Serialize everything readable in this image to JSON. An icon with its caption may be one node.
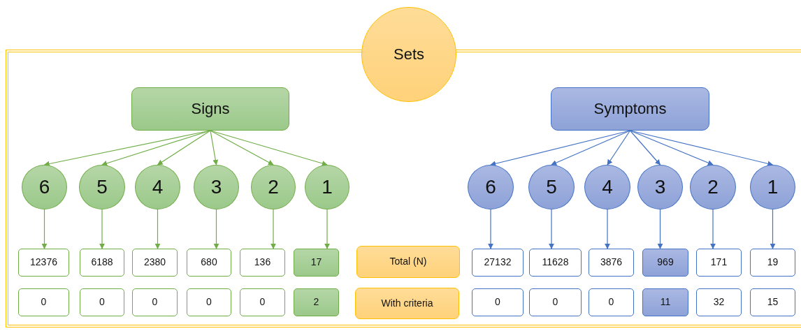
{
  "diagram": {
    "nodes": [
      {
        "text": [
          "Sets"
        ]
      },
      {
        "text": [
          "Signs"
        ]
      },
      {
        "text": [
          "6"
        ]
      },
      {
        "text": [
          "5"
        ]
      },
      {
        "text": [
          "4"
        ]
      },
      {
        "text": [
          "3"
        ]
      },
      {
        "text": [
          "2"
        ]
      },
      {
        "text": [
          "1"
        ]
      },
      {
        "text": [
          "Symptoms"
        ]
      },
      {
        "text": [
          "6"
        ]
      },
      {
        "text": [
          "5"
        ]
      },
      {
        "text": [
          "4"
        ]
      },
      {
        "text": [
          "3"
        ]
      },
      {
        "text": [
          "2"
        ]
      },
      {
        "text": [
          "1"
        ]
      },
      {
        "text": [
          "12376"
        ]
      },
      {
        "text": [
          "6188"
        ]
      },
      {
        "text": [
          "2380"
        ]
      },
      {
        "text": [
          "680"
        ]
      },
      {
        "text": [
          "136"
        ]
      },
      {
        "text": [
          "17"
        ]
      },
      {
        "text": [
          "Total (N)"
        ]
      },
      {
        "text": [
          "27132"
        ]
      },
      {
        "text": [
          "11628"
        ]
      },
      {
        "text": [
          "3876"
        ]
      },
      {
        "text": [
          "969"
        ]
      },
      {
        "text": [
          "171"
        ]
      },
      {
        "text": [
          "19"
        ]
      },
      {
        "text": [
          "0"
        ]
      },
      {
        "text": [
          "0"
        ]
      },
      {
        "text": [
          "0"
        ]
      },
      {
        "text": [
          "0"
        ]
      },
      {
        "text": [
          "0"
        ]
      },
      {
        "text": [
          "2"
        ]
      },
      {
        "text": [
          "With criteria"
        ]
      },
      {
        "text": [
          "0"
        ]
      },
      {
        "text": [
          "0"
        ]
      },
      {
        "text": [
          "0"
        ]
      },
      {
        "text": [
          "11"
        ]
      },
      {
        "text": [
          "32"
        ]
      },
      {
        "text": [
          "15"
        ]
      }
    ],
    "edges": [
      {
        "from": 1,
        "to": 2,
        "arrow": "to",
        "color": "#70ad47"
      },
      {
        "from": 1,
        "to": 3,
        "arrow": "to",
        "color": "#70ad47"
      },
      {
        "from": 1,
        "to": 4,
        "arrow": "to",
        "color": "#70ad47"
      },
      {
        "from": 1,
        "to": 5,
        "arrow": "to",
        "color": "#70ad47"
      },
      {
        "from": 1,
        "to": 6,
        "arrow": "to",
        "color": "#70ad47"
      },
      {
        "from": 1,
        "to": 7,
        "arrow": "to",
        "color": "#70ad47"
      },
      {
        "from": 8,
        "to": 9,
        "arrow": "to",
        "color": "#4472c4"
      },
      {
        "from": 8,
        "to": 10,
        "arrow": "to",
        "color": "#4472c4"
      },
      {
        "from": 8,
        "to": 11,
        "arrow": "to",
        "color": "#4472c4"
      },
      {
        "from": 8,
        "to": 12,
        "arrow": "to",
        "color": "#4472c4"
      },
      {
        "from": 8,
        "to": 13,
        "arrow": "to",
        "color": "#4472c4"
      },
      {
        "from": 8,
        "to": 14,
        "arrow": "to",
        "color": "#4472c4"
      },
      {
        "from": 2,
        "to": 15,
        "arrow": "to",
        "color": "#70ad47"
      },
      {
        "from": 3,
        "to": 16,
        "arrow": "to",
        "color": "#70ad47"
      },
      {
        "from": 4,
        "to": 17,
        "arrow": "to",
        "color": "#70ad47"
      },
      {
        "from": 5,
        "to": 18,
        "arrow": "to",
        "color": "#70ad47"
      },
      {
        "from": 6,
        "to": 19,
        "arrow": "to",
        "color": "#70ad47"
      },
      {
        "from": 7,
        "to": 20,
        "arrow": "to",
        "color": "#70ad47"
      },
      {
        "from": 9,
        "to": 22,
        "arrow": "to",
        "color": "#4472c4"
      },
      {
        "from": 10,
        "to": 23,
        "arrow": "to",
        "color": "#4472c4"
      },
      {
        "from": 11,
        "to": 24,
        "arrow": "to",
        "color": "#4472c4"
      },
      {
        "from": 12,
        "to": 25,
        "arrow": "to",
        "color": "#4472c4"
      },
      {
        "from": 13,
        "to": 26,
        "arrow": "to",
        "color": "#4472c4"
      },
      {
        "from": 14,
        "to": 27,
        "arrow": "to",
        "color": "#4472c4"
      }
    ]
  }
}
